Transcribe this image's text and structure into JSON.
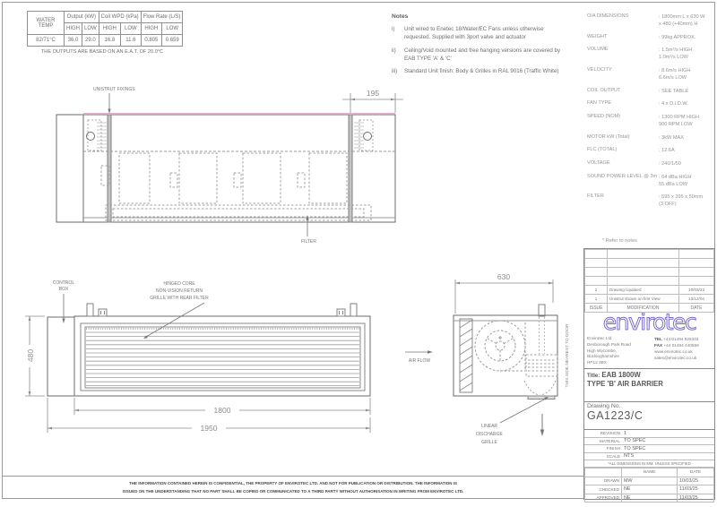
{
  "colors": {
    "logo_blue": "#7b6fc9",
    "centerline_pink": "#e3aed0",
    "line_gray": "#6b6b6b"
  },
  "water_table": {
    "corner": "WATER\nTEMP",
    "sub_high": "HIGH",
    "sub_low": "LOW",
    "cols": [
      {
        "group": "Output (kW)",
        "high": "36.0",
        "low": "29.0"
      },
      {
        "group": "Coil WPD (kPa)",
        "high": "16.8",
        "low": "11.6"
      },
      {
        "group": "Flow Rate (L/S)",
        "high": "0.805",
        "low": "0.659"
      }
    ],
    "temp": "82/71°C",
    "footnote": "THE OUTPUTS ARE BASED ON AN E.A.T. OF 20.0°C"
  },
  "notes": {
    "heading": "Notes",
    "items": [
      {
        "num": "i)",
        "text": "Unit wired to Enetec 18/Water/EC Fans unless otherwise requested. Supplied with 3port valve and actuator"
      },
      {
        "num": "ii)",
        "text": "Ceiling/Void mounted and free hanging versions are covered by EAB TYPE 'A' & 'C'"
      },
      {
        "num": "iii)",
        "text": "Standard Unit finish: Body & Grilles in RAL 9016 (Traffic White)"
      }
    ]
  },
  "specs": {
    "items": [
      {
        "label": "O/A DIMENSIONS",
        "value": ": 1800mm L x 630 W\n  x 480 (+40mm) H"
      },
      {
        "label": "WEIGHT",
        "value": ": 99kg APPROX."
      },
      {
        "label": "VOLUME",
        "value": ": 1.5m³/s HIGH\n  1.0m³/s LOW"
      },
      {
        "label": "VELOCITY",
        "value": ": 8.6m/s HIGH\n  6.6m/s LOW"
      },
      {
        "label": "COIL OUTPUT",
        "value": ": SEE TABLE"
      },
      {
        "label": "FAN TYPE",
        "value": ": 4 x D.I.D.W."
      },
      {
        "label": "SPEED (NOM)",
        "value": ": 1300 RPM HIGH\n  900 RPM LOW"
      },
      {
        "label": "MOTOR kW (Total)",
        "value": ": 3kW MAX"
      },
      {
        "label": "FLC (TOTAL)",
        "value": ": 12.6A"
      },
      {
        "label": "VOLTAGE",
        "value": ": 240/1/50"
      },
      {
        "label": "SOUND POWER LEVEL @ 3m",
        "value": ": 64 dBa HIGH\n  55 dBa LOW"
      },
      {
        "label": "FILTER",
        "value": ": 595 x 395 x 50mm\n  (3 OFF)"
      }
    ],
    "refer_note": "* Refer to notes"
  },
  "drawing": {
    "plan": {
      "dim_width_label": "195",
      "unistrut_label": "UNISTRUT FIXINGS",
      "filter_label": "FILTER"
    },
    "front": {
      "control_box_lines": [
        "CONTROL",
        "BOX"
      ],
      "grille_label_lines": [
        "HINGED CORE",
        "NON-VISION RETURN",
        "GRILLE WITH REAR FILTER"
      ],
      "dim_height": "480",
      "dim_body": "1800",
      "dim_overall": "1950"
    },
    "side": {
      "dim_depth": "630",
      "airflow_label": "AIR FLOW",
      "discharge_lines": [
        "LINEAR",
        "DISCHARGE",
        "GRILLE"
      ],
      "door_note": "THIS SIDE NEAREST TO DOOR"
    }
  },
  "title_block": {
    "revisions": {
      "rows": [
        {
          "issue": "2",
          "modification": "Drawing Updated",
          "date": "10/03/23"
        },
        {
          "issue": "1",
          "modification": "Unistrut shown on first View",
          "date": "13/12/04"
        }
      ],
      "header": {
        "issue": "ISSUE",
        "modification": "MODIFICATION",
        "date": "DATE"
      }
    },
    "logo_text": "envirotec",
    "company_lines": "Envirotec Ltd\nDesborough Park Road\nHigh Wycombe,\nBuckinghamshire\nHP12 3BX",
    "contact": {
      "tel_label": "TEL",
      "tel_value": "+44 01494 525342",
      "fax_label": "FAX",
      "fax_value": "+44 01494 440559",
      "web": "www.envirotec.co.uk",
      "email": "sales@envirotec.co.uk"
    },
    "title_label": "Title:",
    "title_line1": "EAB 1800W",
    "title_line2": "TYPE 'B' AIR BARRIER",
    "drawing_no_label": "Drawing No.",
    "drawing_no": "GA1223/C",
    "fields": [
      {
        "label": "REVISION",
        "value": "1"
      },
      {
        "label": "MATERIAL",
        "value": "TO SPEC"
      },
      {
        "label": "FINISH",
        "value": "TO SPEC"
      },
      {
        "label": "SCALE",
        "value": "NTS"
      }
    ],
    "dims_note": "*ALL DIMENSIONS IN MM. UNLESS SPECIFIED",
    "sign_header": {
      "name": "NAME",
      "date": "DATE"
    },
    "sign_rows": [
      {
        "role": "DRAWN",
        "name": "MW",
        "date": "10/03/25"
      },
      {
        "role": "CHECKED",
        "name": "NE",
        "date": "11/03/25"
      },
      {
        "role": "APPROVED",
        "name": "NE",
        "date": "11/03/25"
      }
    ]
  },
  "disclaimer": {
    "line1": "THE INFORMATION CONTAINED HEREIN IS CONFIDENTIAL, THE PROPERTY OF ENVIROTEC LTD. AND NOT FOR PUBLICATION OR DISTRIBUTION. THE INFORMATION IS",
    "line2": "ISSUED ON THE UNDERSTANDING THAT NO PART SHALL BE COPIED OR COMMUNICATED TO A THIRD PARTY WITHOUT AUTHORISATION IN WRITING FROM ENVIROTEC LTD."
  }
}
